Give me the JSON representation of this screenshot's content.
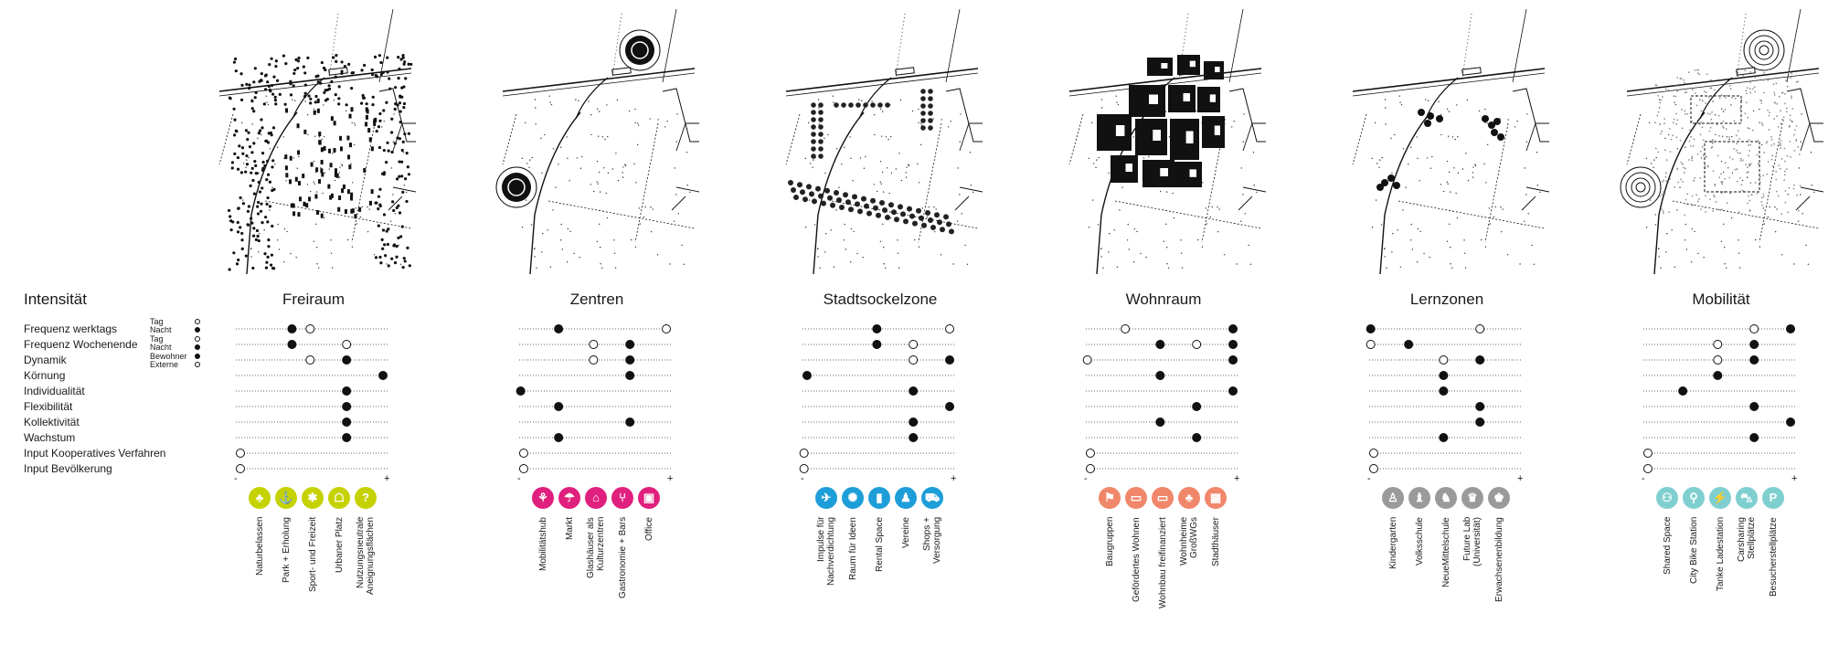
{
  "side_title": "Intensität",
  "rows": [
    "Frequenz werktags",
    "Frequenz Wochenende",
    "Dynamik",
    "Körnung",
    "Individualität",
    "Flexibilität",
    "Kollektivität",
    "Wachstum",
    "Input Kooperatives Verfahren",
    "Input Bevölkerung"
  ],
  "legend": {
    "frequenz_werktags": [
      "Tag",
      "Nacht"
    ],
    "frequenz_wochenende": [
      "Tag",
      "Nacht"
    ],
    "dynamik": [
      "Bewohner",
      "Externe"
    ]
  },
  "scale_minus": "-",
  "scale_plus": "+",
  "colors": {
    "lime": "#c5d200",
    "magenta": "#e0207e",
    "blue": "#1e9ed8",
    "orange": "#f0876a",
    "grey": "#9a9a9a",
    "teal": "#7fcfd0"
  },
  "panels": [
    {
      "title": "Freiraum",
      "color": "#c5d200",
      "dots": [
        [
          {
            "v": 0.37,
            "f": true
          },
          {
            "v": 0.49,
            "f": false
          }
        ],
        [
          {
            "v": 0.37,
            "f": true
          },
          {
            "v": 0.73,
            "f": false
          }
        ],
        [
          {
            "v": 0.49,
            "f": false
          },
          {
            "v": 0.73,
            "f": true
          }
        ],
        [
          {
            "v": 0.97,
            "f": true
          }
        ],
        [
          {
            "v": 0.73,
            "f": true
          }
        ],
        [
          {
            "v": 0.73,
            "f": true
          }
        ],
        [
          {
            "v": 0.73,
            "f": true
          }
        ],
        [
          {
            "v": 0.73,
            "f": true
          }
        ],
        [
          {
            "v": 0.03,
            "f": false
          }
        ],
        [
          {
            "v": 0.03,
            "f": false
          }
        ]
      ],
      "icons": [
        "tree-icon",
        "bench-icon",
        "sport-icon",
        "plaza-icon",
        "question-icon"
      ],
      "glyphs": [
        "♣",
        "⚓",
        "✱",
        "☖",
        "?"
      ],
      "labels": [
        "Naturbelassen",
        "Park + Erholung",
        "Sport- und Freizeit",
        "Urbaner Platz",
        "Nutzungsneutrale\nAneignungsflächen"
      ]
    },
    {
      "title": "Zentren",
      "color": "#e0207e",
      "dots": [
        [
          {
            "v": 0.26,
            "f": true
          },
          {
            "v": 0.97,
            "f": false
          }
        ],
        [
          {
            "v": 0.49,
            "f": false
          },
          {
            "v": 0.73,
            "f": true
          }
        ],
        [
          {
            "v": 0.49,
            "f": false
          },
          {
            "v": 0.73,
            "f": true
          }
        ],
        [
          {
            "v": 0.73,
            "f": true
          }
        ],
        [
          {
            "v": 0.01,
            "f": true
          }
        ],
        [
          {
            "v": 0.26,
            "f": true
          }
        ],
        [
          {
            "v": 0.73,
            "f": true
          }
        ],
        [
          {
            "v": 0.26,
            "f": true
          }
        ],
        [
          {
            "v": 0.03,
            "f": false
          }
        ],
        [
          {
            "v": 0.03,
            "f": false
          }
        ]
      ],
      "icons": [
        "train-icon",
        "market-icon",
        "glasshouse-icon",
        "restaurant-icon",
        "office-icon"
      ],
      "glyphs": [
        "⚘",
        "☂",
        "⌂",
        "⑂",
        "▣"
      ],
      "labels": [
        "Mobilitätshub",
        "Markt",
        "Glashäuser als\nKulturzentren",
        "Gastronomie + Bars",
        "Office"
      ]
    },
    {
      "title": "Stadtsockelzone",
      "color": "#1e9ed8",
      "dots": [
        [
          {
            "v": 0.49,
            "f": true
          },
          {
            "v": 0.97,
            "f": false
          }
        ],
        [
          {
            "v": 0.49,
            "f": true
          },
          {
            "v": 0.73,
            "f": false
          }
        ],
        [
          {
            "v": 0.73,
            "f": false
          },
          {
            "v": 0.97,
            "f": true
          }
        ],
        [
          {
            "v": 0.03,
            "f": true
          }
        ],
        [
          {
            "v": 0.73,
            "f": true
          }
        ],
        [
          {
            "v": 0.97,
            "f": true
          }
        ],
        [
          {
            "v": 0.73,
            "f": true
          }
        ],
        [
          {
            "v": 0.73,
            "f": true
          }
        ],
        [
          {
            "v": 0.01,
            "f": false
          }
        ],
        [
          {
            "v": 0.01,
            "f": false
          }
        ]
      ],
      "icons": [
        "impulse-icon",
        "idea-icon",
        "rental-icon",
        "club-icon",
        "shop-icon"
      ],
      "glyphs": [
        "✈",
        "✺",
        "▮",
        "♟",
        "⛟"
      ],
      "labels": [
        "Impulse für\nNachverdichtung",
        "Raum für Ideen",
        "Rental Space",
        "Vereine",
        "Shops +\nVersorgung"
      ]
    },
    {
      "title": "Wohnraum",
      "color": "#f0876a",
      "dots": [
        [
          {
            "v": 0.26,
            "f": false
          },
          {
            "v": 0.97,
            "f": true
          }
        ],
        [
          {
            "v": 0.49,
            "f": true
          },
          {
            "v": 0.73,
            "f": false
          },
          {
            "v": 0.97,
            "f": true
          }
        ],
        [
          {
            "v": 0.01,
            "f": false
          },
          {
            "v": 0.97,
            "f": true
          }
        ],
        [
          {
            "v": 0.49,
            "f": true
          }
        ],
        [
          {
            "v": 0.97,
            "f": true
          }
        ],
        [
          {
            "v": 0.73,
            "f": true
          }
        ],
        [
          {
            "v": 0.49,
            "f": true
          }
        ],
        [
          {
            "v": 0.73,
            "f": true
          }
        ],
        [
          {
            "v": 0.03,
            "f": false
          }
        ],
        [
          {
            "v": 0.03,
            "f": false
          }
        ]
      ],
      "icons": [
        "group-build-icon",
        "subsidized-icon",
        "financed-icon",
        "shared-flat-icon",
        "townhouse-icon"
      ],
      "glyphs": [
        "⚑",
        "▭",
        "▭",
        "♣",
        "▦"
      ],
      "labels": [
        "Baugruppen",
        "Gefördertes Wohnen",
        "Wohnbau freifinanziert",
        "Wohnheime\nGroßWGs",
        "Stadthäuser"
      ]
    },
    {
      "title": "Lernzonen",
      "color": "#9a9a9a",
      "dots": [
        [
          {
            "v": 0.01,
            "f": true
          },
          {
            "v": 0.73,
            "f": false
          }
        ],
        [
          {
            "v": 0.01,
            "f": false
          },
          {
            "v": 0.26,
            "f": true
          }
        ],
        [
          {
            "v": 0.49,
            "f": false
          },
          {
            "v": 0.73,
            "f": true
          }
        ],
        [
          {
            "v": 0.49,
            "f": true
          }
        ],
        [
          {
            "v": 0.49,
            "f": true
          }
        ],
        [
          {
            "v": 0.73,
            "f": true
          }
        ],
        [
          {
            "v": 0.73,
            "f": true
          }
        ],
        [
          {
            "v": 0.49,
            "f": true
          }
        ],
        [
          {
            "v": 0.03,
            "f": false
          }
        ],
        [
          {
            "v": 0.03,
            "f": false
          }
        ]
      ],
      "icons": [
        "kindergarten-icon",
        "school-icon",
        "middle-school-icon",
        "university-icon",
        "adult-education-icon"
      ],
      "glyphs": [
        "♙",
        "♝",
        "♞",
        "♛",
        "♚"
      ],
      "labels": [
        "Kindergarten",
        "Volksschule",
        "NeueMittelschule",
        "Future Lab\n(Universität)",
        "Erwachsenenbildung"
      ]
    },
    {
      "title": "Mobilität",
      "color": "#7fcfd0",
      "dots": [
        [
          {
            "v": 0.73,
            "f": false
          },
          {
            "v": 0.97,
            "f": true
          }
        ],
        [
          {
            "v": 0.49,
            "f": false
          },
          {
            "v": 0.73,
            "f": true
          }
        ],
        [
          {
            "v": 0.49,
            "f": false
          },
          {
            "v": 0.73,
            "f": true
          }
        ],
        [
          {
            "v": 0.49,
            "f": true
          }
        ],
        [
          {
            "v": 0.26,
            "f": true
          }
        ],
        [
          {
            "v": 0.73,
            "f": true
          }
        ],
        [
          {
            "v": 0.97,
            "f": true
          }
        ],
        [
          {
            "v": 0.73,
            "f": true
          }
        ],
        [
          {
            "v": 0.03,
            "f": false
          }
        ],
        [
          {
            "v": 0.03,
            "f": false
          }
        ]
      ],
      "icons": [
        "shared-space-icon",
        "bike-icon",
        "charging-icon",
        "carsharing-icon",
        "parking-icon"
      ],
      "glyphs": [
        "⚇",
        "⚲",
        "⚡",
        "⛍",
        "P"
      ],
      "labels": [
        "Shared Space",
        "City Bike Station",
        "Tanke Ladestation",
        "Carsharing\nStellplätze",
        "Besucherstellplätze"
      ]
    }
  ]
}
